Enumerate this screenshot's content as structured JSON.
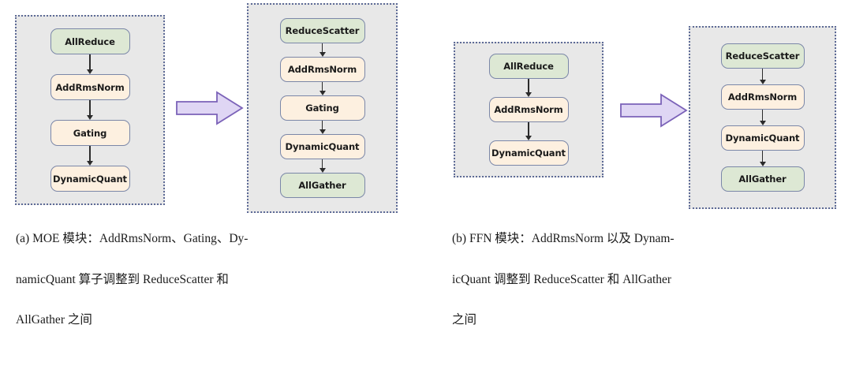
{
  "figure": {
    "panels": [
      {
        "id": "panel-a",
        "label": "(a)",
        "before": {
          "title": "before-moe-pipeline",
          "nodes": [
            {
              "label": "AllReduce",
              "kind": "collective"
            },
            {
              "label": "AddRmsNorm",
              "kind": "compute"
            },
            {
              "label": "Gating",
              "kind": "compute"
            },
            {
              "label": "DynamicQuant",
              "kind": "compute"
            }
          ]
        },
        "after": {
          "title": "after-moe-pipeline",
          "nodes": [
            {
              "label": "ReduceScatter",
              "kind": "collective"
            },
            {
              "label": "AddRmsNorm",
              "kind": "compute"
            },
            {
              "label": "Gating",
              "kind": "compute"
            },
            {
              "label": "DynamicQuant",
              "kind": "compute"
            },
            {
              "label": "AllGather",
              "kind": "collective"
            }
          ]
        },
        "caption_lines": [
          "(a) MOE 模块：AddRmsNorm、Gating、Dy-",
          "namicQuant 算子调整到 ReduceScatter 和",
          "AllGather 之间"
        ]
      },
      {
        "id": "panel-b",
        "label": "(b)",
        "before": {
          "title": "before-ffn-pipeline",
          "nodes": [
            {
              "label": "AllReduce",
              "kind": "collective"
            },
            {
              "label": "AddRmsNorm",
              "kind": "compute"
            },
            {
              "label": "DynamicQuant",
              "kind": "compute"
            }
          ]
        },
        "after": {
          "title": "after-ffn-pipeline",
          "nodes": [
            {
              "label": "ReduceScatter",
              "kind": "collective"
            },
            {
              "label": "AddRmsNorm",
              "kind": "compute"
            },
            {
              "label": "DynamicQuant",
              "kind": "compute"
            },
            {
              "label": "AllGather",
              "kind": "collective"
            }
          ]
        },
        "caption_lines": [
          "(b) FFN 模块：AddRmsNorm 以及 Dynam-",
          "icQuant 调整到 ReduceScatter 和 AllGather",
          "之间"
        ]
      }
    ],
    "colors": {
      "collective_fill": "#dde8d4",
      "compute_fill": "#fdf0e0",
      "node_border": "#7b87a8",
      "group_background": "#e8e8e8",
      "group_border": "#5d6a96",
      "arrow_fill": "#dfd6f4",
      "arrow_border": "#7b62b8",
      "connector": "#2b2b2b",
      "text": "#1a1a1a"
    },
    "transform_arrow_name": "transformation-arrow"
  }
}
